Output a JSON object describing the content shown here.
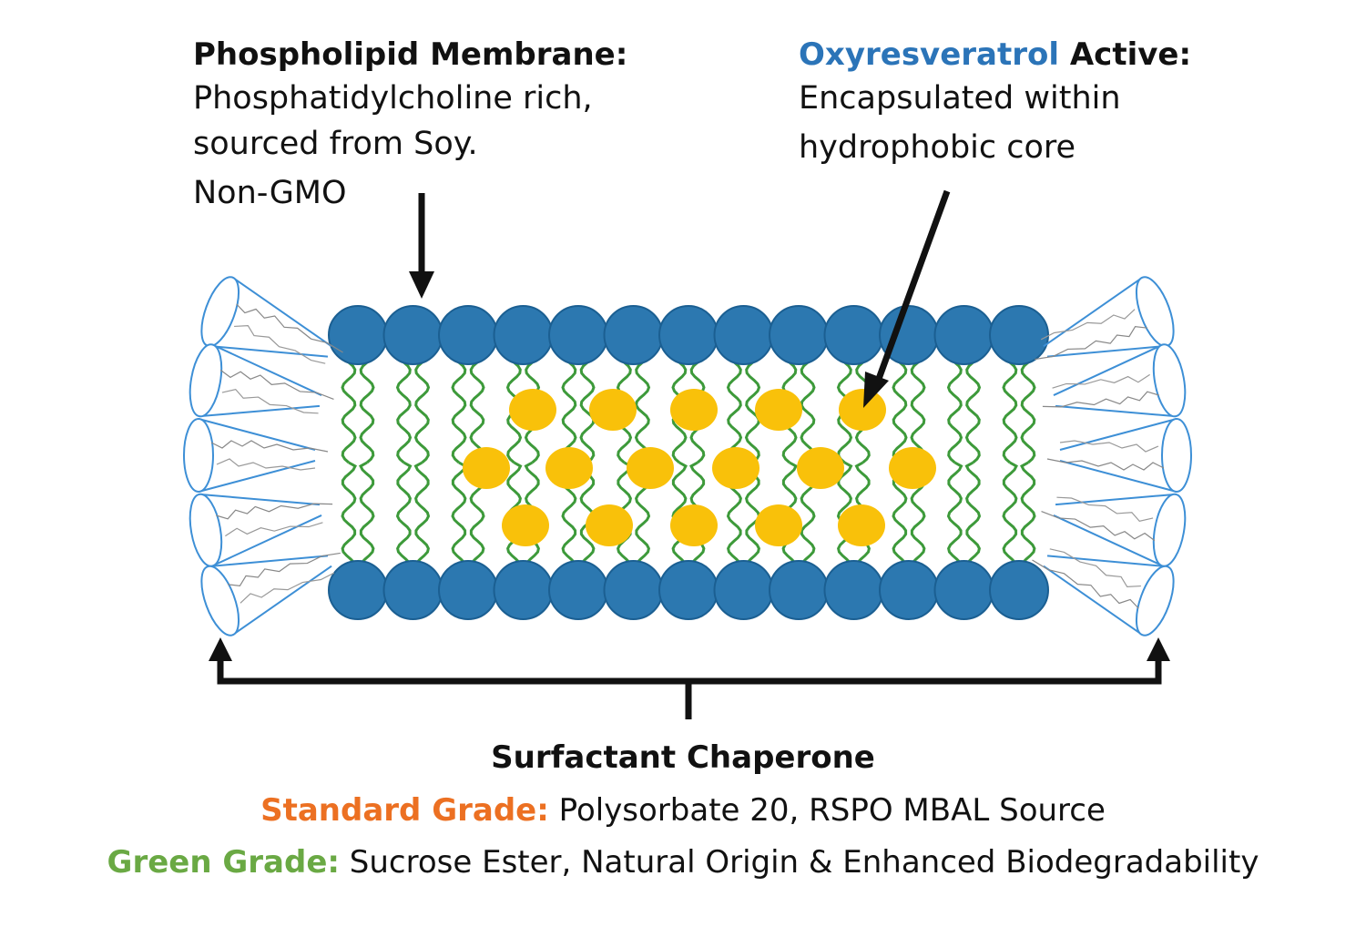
{
  "membrane": {
    "title": "Phospholipid Membrane",
    "title_suffix": ":",
    "lines": [
      "Phosphatidylcholine rich,",
      "sourced from Soy.",
      "Non-GMO"
    ]
  },
  "active": {
    "title_highlight": "Oxyresveratrol",
    "title_rest": " Active:",
    "lines": [
      "Encapsulated within",
      "hydrophobic core"
    ]
  },
  "surfactant": {
    "title": "Surfactant Chaperone",
    "standard_label": "Standard Grade:",
    "standard_text": " Polysorbate 20, RSPO MBAL Source",
    "green_label": "Green Grade:",
    "green_text": " Sucrose Ester, Natural Origin & Enhanced Biodegradability"
  },
  "colors": {
    "head": "#2c78b0",
    "head_stroke": "#1b5f92",
    "tail": "#3d9a3a",
    "core": "#f9c10a",
    "cone_stroke": "#3d8fd6",
    "standard_grade": "#ec7022",
    "green_grade": "#6aa944",
    "highlight_blue": "#2b74b8"
  }
}
